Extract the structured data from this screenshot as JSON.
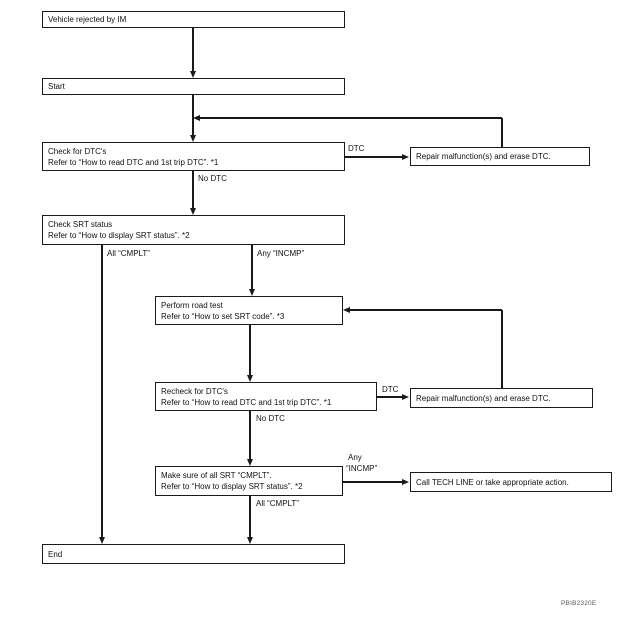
{
  "diagram": {
    "type": "flowchart",
    "colors": {
      "line": "#1a1a1a",
      "background": "#ffffff",
      "text": "#111111"
    },
    "nodes": {
      "vehicle_rejected": {
        "line1": "Vehicle rejected by IM"
      },
      "start": {
        "line1": "Start"
      },
      "check_dtc": {
        "line1": "Check for DTC's",
        "line2": "Refer to “How to read DTC and 1st trip DTC”. *1"
      },
      "repair_erase_1": {
        "line1": "Repair malfunction(s) and erase DTC."
      },
      "check_srt": {
        "line1": "Check SRT status",
        "line2": "Refer to “How to display SRT status”. *2"
      },
      "road_test": {
        "line1": "Perform road test",
        "line2": "Refer to “How to set SRT code”. *3"
      },
      "recheck_dtc": {
        "line1": "Recheck for DTC's",
        "line2": "Refer to “How to read DTC and 1st trip DTC”. *1"
      },
      "repair_erase_2": {
        "line1": "Repair malfunction(s) and erase DTC."
      },
      "make_sure_srt": {
        "line1": "Make sure of all SRT “CMPLT”.",
        "line2": "Refer to “How to display SRT status”. *2"
      },
      "call_tech_line": {
        "line1": "Call TECH LINE or take appropriate action."
      },
      "end": {
        "line1": "End"
      }
    },
    "edge_labels": {
      "dtc_1": "DTC",
      "no_dtc_1": "No DTC",
      "all_cmplt_1": "All “CMPLT”",
      "any_incmp_1": "Any “INCMP”",
      "dtc_2": "DTC",
      "no_dtc_2": "No DTC",
      "any_2_line1": "Any",
      "any_2_line2": "“INCMP”",
      "all_cmplt_2": "All “CMPLT”"
    },
    "footer_code": "PBIB2320E"
  }
}
